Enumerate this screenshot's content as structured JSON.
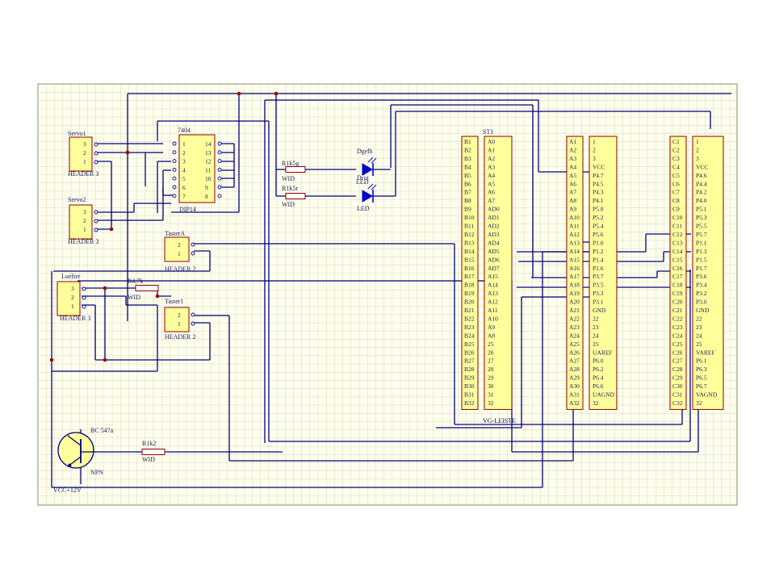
{
  "colors": {
    "sheet": "#ffffee",
    "grid": "#c8c8a8",
    "border": "#a0a080",
    "part": "#ffff9c",
    "outline": "#8a0000",
    "wire": "#000080",
    "junction": "#a00000",
    "text": "#1c1c5a",
    "led": "#0000c8"
  },
  "servo1": {
    "name": "Servo1",
    "type": "HEADER 3",
    "pins": [
      "3",
      "2",
      "1"
    ]
  },
  "servo2": {
    "name": "Servo2",
    "type": "HEADER 3",
    "pins": [
      "3",
      "2",
      "1"
    ]
  },
  "luefter": {
    "name": "Luefter",
    "type": "HEADER 3",
    "pins": [
      "3",
      "2",
      "1"
    ]
  },
  "ic7404": {
    "name": "7404",
    "package": "DIP14",
    "left_pins": [
      "1",
      "2",
      "3",
      "4",
      "5",
      "6",
      "7"
    ],
    "right_pins": [
      "14",
      "13",
      "12",
      "11",
      "10",
      "9",
      "8"
    ]
  },
  "tasterA": {
    "name": "TasterA",
    "type": "HEADER 2",
    "pins": [
      "2",
      "1"
    ]
  },
  "taster1": {
    "name": "Taster1",
    "type": "HEADER 2",
    "pins": [
      "2",
      "1"
    ]
  },
  "r5g": {
    "name": "R1k5g",
    "type": "WID"
  },
  "r5r": {
    "name": "R1k5r",
    "type": "WID"
  },
  "r47": {
    "name": "R4,7k",
    "type": "WID"
  },
  "r2": {
    "name": "R1k2",
    "type": "WID"
  },
  "led1": {
    "name": "Dgelb",
    "type": "LED"
  },
  "led2": {
    "name": "Drot",
    "type": "LED"
  },
  "transistor": {
    "name": "BC 547a",
    "type": "NPN"
  },
  "vcc_label": "VCC+12V",
  "st1": {
    "name": "ST1",
    "type": "VG-LEISTE",
    "left": [
      "B1",
      "B2",
      "B3",
      "B4",
      "B5",
      "B6",
      "B7",
      "B8",
      "B9",
      "B10",
      "B11",
      "B12",
      "B13",
      "B14",
      "B15",
      "B16",
      "B17",
      "B18",
      "B19",
      "B20",
      "B21",
      "B22",
      "B23",
      "B24",
      "B25",
      "B26",
      "B27",
      "B28",
      "B29",
      "B30",
      "B31",
      "B32"
    ],
    "right": [
      "A0",
      "A1",
      "A2",
      "A3",
      "A4",
      "A5",
      "A6",
      "A7",
      "AD0",
      "AD1",
      "AD2",
      "AD3",
      "AD4",
      "AD5",
      "AD6",
      "AD7",
      "A15",
      "A14",
      "A13",
      "A12",
      "A11",
      "A10",
      "A9",
      "A8",
      "25",
      "26",
      "27",
      "28",
      "29",
      "30",
      "31",
      "32"
    ]
  },
  "conn_a": {
    "left": [
      "A1",
      "A2",
      "A3",
      "A4",
      "A5",
      "A6",
      "A7",
      "A8",
      "A9",
      "A10",
      "A11",
      "A12",
      "A13",
      "A14",
      "A15",
      "A16",
      "A17",
      "A18",
      "A19",
      "A20",
      "A21",
      "A22",
      "A23",
      "A24",
      "A25",
      "A26",
      "A27",
      "A28",
      "A29",
      "A30",
      "A31",
      "A32"
    ],
    "right": [
      "1",
      "2",
      "3",
      "VCC",
      "P4.7",
      "P4.5",
      "P4.3",
      "P4.1",
      "P5.0",
      "P5.2",
      "P5.4",
      "P5.6",
      "P1.0",
      "P1.2",
      "P1.4",
      "P1.6",
      "P3.7",
      "P3.5",
      "P3.3",
      "P3.1",
      "GND",
      "22",
      "23",
      "24",
      "25",
      "UAREF",
      "P6.0",
      "P6.2",
      "P6.4",
      "P6.6",
      "UAGND",
      "32"
    ]
  },
  "conn_c": {
    "left": [
      "C1",
      "C2",
      "C3",
      "C4",
      "C5",
      "C6",
      "C7",
      "C8",
      "C9",
      "C10",
      "C11",
      "C12",
      "C13",
      "C14",
      "C15",
      "C16",
      "C17",
      "C18",
      "C19",
      "C20",
      "C21",
      "C22",
      "C23",
      "C24",
      "C25",
      "C26",
      "C27",
      "C28",
      "C29",
      "C30",
      "C31",
      "C32"
    ],
    "right": [
      "1",
      "2",
      "3",
      "VCC",
      "P4.6",
      "P4.4",
      "P4.2",
      "P4.0",
      "P5.1",
      "P5.3",
      "P5.5",
      "P5.7",
      "P1.1",
      "P1.3",
      "P1.5",
      "P1.7",
      "P3.6",
      "P3.4",
      "P3.2",
      "P3.0",
      "GND",
      "22",
      "23",
      "24",
      "25",
      "VAREF",
      "P6.1",
      "P6.3",
      "P6.5",
      "P6.7",
      "VAGND",
      "32"
    ]
  }
}
